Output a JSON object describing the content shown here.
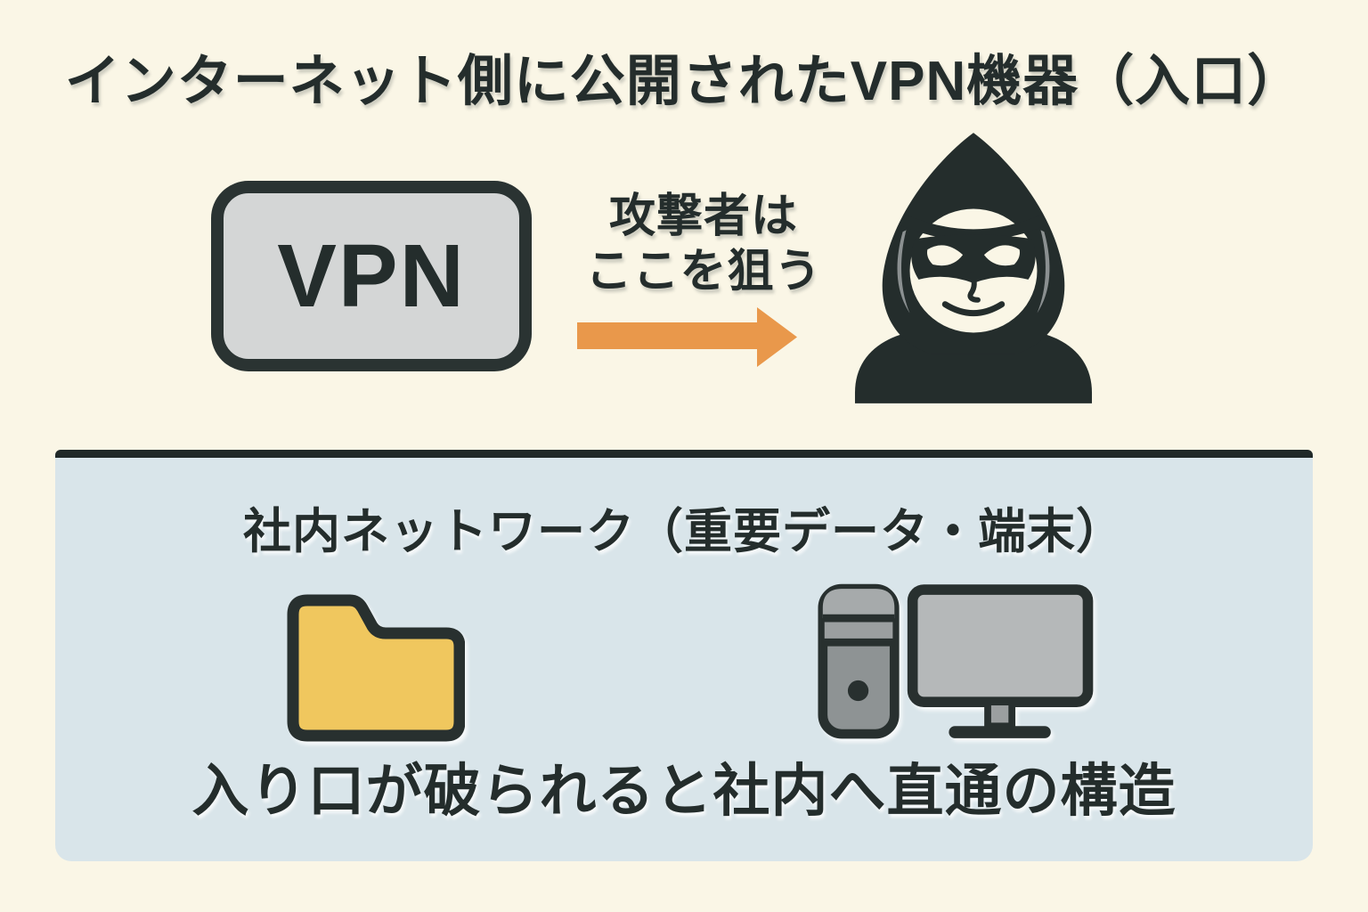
{
  "diagram": {
    "top_section": {
      "title": "インターネット側に公開されたVPN機器（入口）",
      "vpn_device": {
        "label": "VPN"
      },
      "attacker_note": {
        "line1": "攻撃者は",
        "line2": "ここを狙う"
      },
      "icons": {
        "arrow": "orange-right-arrow",
        "attacker": "hooded-hacker-with-mask"
      }
    },
    "internal_network_panel": {
      "title": "社内ネットワーク（重要データ・端末）",
      "caption": "入り口が破られると社内へ直通の構造",
      "icons": {
        "folder": "yellow-folder",
        "computer": "desktop-pc-with-monitor"
      }
    }
  },
  "colors": {
    "background": "#faf6e6",
    "ink": "#242d2c",
    "panel_blue": "#d9e5ea",
    "panel_top_bar": "#202928",
    "vpn_box_fill": "#d4d6d6",
    "vpn_box_border": "#2a3332",
    "arrow_orange": "#e9984b",
    "folder_yellow": "#f0c75e",
    "device_gray": "#8e9394",
    "device_gray_light": "#a6aaab",
    "monitor_screen": "#b5b8b9",
    "hair_gray": "#8b9091"
  }
}
